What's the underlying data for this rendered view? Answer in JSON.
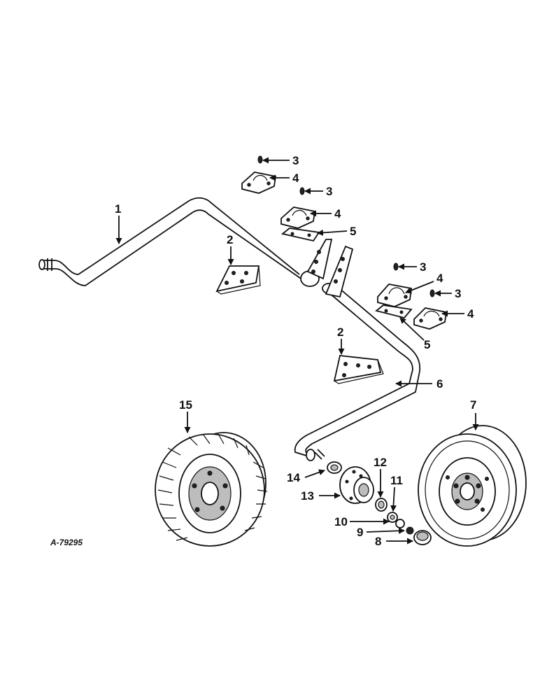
{
  "figure": {
    "code": "A-79295",
    "callouts": [
      "1",
      "2",
      "2",
      "3",
      "3",
      "3",
      "3",
      "4",
      "4",
      "4",
      "4",
      "5",
      "5",
      "6",
      "7",
      "8",
      "9",
      "10",
      "11",
      "12",
      "13",
      "14",
      "15"
    ]
  },
  "colors": {
    "ink": "#111111",
    "paper": "#ffffff",
    "shade": "#bdbdbd"
  }
}
